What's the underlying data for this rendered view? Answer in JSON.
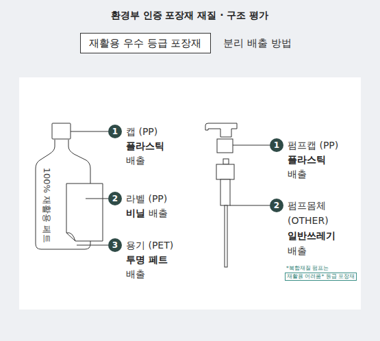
{
  "diagram": {
    "title": "환경부 인증 포장재 재질 · 구조 평가",
    "nodes": [
      {
        "text": [
          "재활용 우수 등급 포장재"
        ]
      },
      {
        "text": [
          "100% 재활용 페트"
        ]
      },
      {
        "text": [
          "1"
        ]
      },
      {
        "text": [
          "2"
        ]
      },
      {
        "text": [
          "3"
        ]
      },
      {
        "text": [
          "1"
        ]
      },
      {
        "text": [
          "2"
        ]
      },
      {
        "text": [
          "재활용 어려움* 등급 포장재"
        ]
      }
    ],
    "labels": [
      "분리 배출 방법",
      "캡 (PP)",
      "플라스틱",
      "배출",
      "라벨 (PP)",
      "비닐",
      "배출",
      "용기 (PET)",
      "투명 페트",
      "배출",
      "펌프캡 (PP)",
      "플라스틱",
      "배출",
      "펌프몸체 (OTHER)",
      "일반쓰레기",
      "배출",
      "*복합재질 펌프는"
    ]
  }
}
